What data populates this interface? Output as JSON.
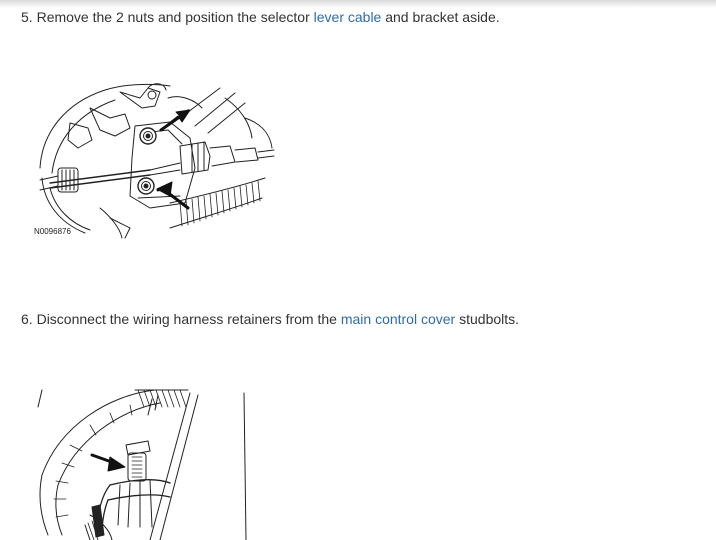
{
  "steps": [
    {
      "number": "5.",
      "text_before": "Remove the 2 nuts and position the selector",
      "link": "lever cable",
      "text_after": "and bracket aside."
    },
    {
      "number": "6.",
      "text_before": "Disconnect the wiring harness retainers from the",
      "link": "main control cover",
      "text_after": "studbolts."
    }
  ],
  "figures": [
    {
      "label": "N0096876",
      "icons": [
        "nut-icon",
        "arrow-icon"
      ]
    },
    {
      "label": "",
      "icons": [
        "arrow-icon"
      ]
    }
  ],
  "colors": {
    "text": "#333333",
    "link": "#2c6bb0",
    "line_art": "#222222"
  }
}
